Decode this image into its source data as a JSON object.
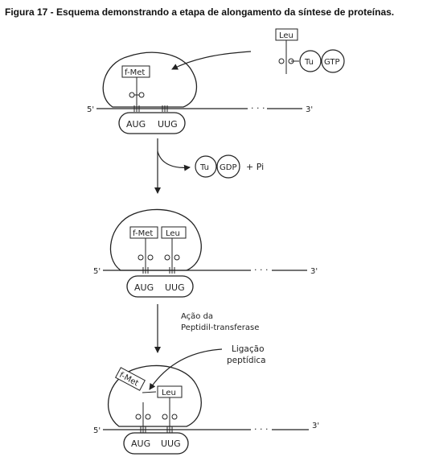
{
  "figure": {
    "title": "Figura 17 - Esquema demonstrando a etapa de alongamento da síntese de proteínas."
  },
  "labels": {
    "five_prime": "5'",
    "three_prime": "3'",
    "dots": "· · ·",
    "codon1": "AUG",
    "codon2": "UUG",
    "fmet": "f-Met",
    "leu": "Leu",
    "tu": "Tu",
    "gtp": "GTP",
    "gdp": "GDP",
    "plus_pi": "+ Pi",
    "acao_line1": "Ação da",
    "acao_line2": "Peptidil-transferase",
    "ligacao_line1": "Ligação",
    "ligacao_line2": "peptídica"
  }
}
